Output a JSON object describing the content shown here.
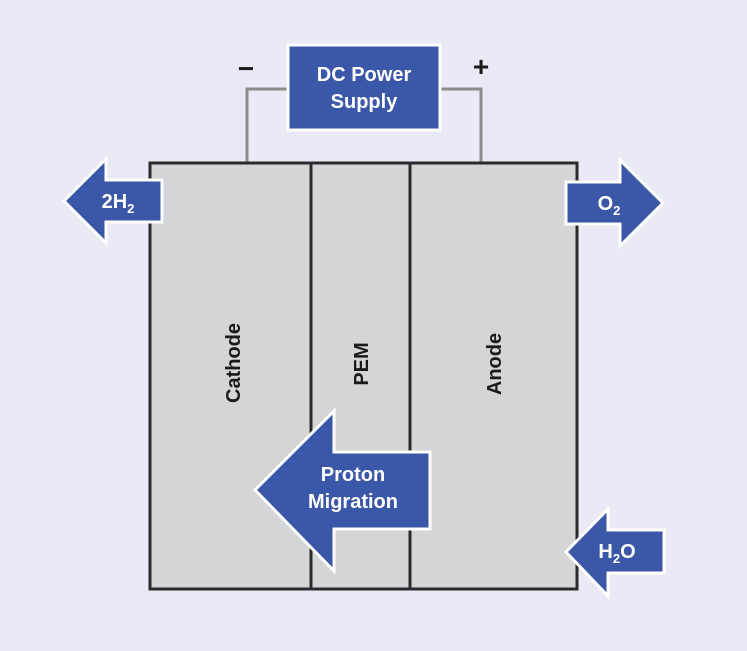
{
  "power_supply": {
    "line1": "DC Power",
    "line2": "Supply",
    "negative": "−",
    "positive": "+"
  },
  "layers": {
    "cathode": "Cathode",
    "pem": "PEM",
    "anode": "Anode"
  },
  "arrows": {
    "hydrogen": {
      "main": "2H",
      "sub": "2"
    },
    "oxygen": {
      "main": "O",
      "sub": "2"
    },
    "water": {
      "main": "H",
      "sub": "2",
      "tail": "O"
    },
    "proton": {
      "line1": "Proton",
      "line2": "Migration"
    }
  },
  "colors": {
    "background": "#eae9f6",
    "arrow_fill": "#3b57a8",
    "cell_fill": "#d4d5d7",
    "wire": "#8c8c8c"
  }
}
